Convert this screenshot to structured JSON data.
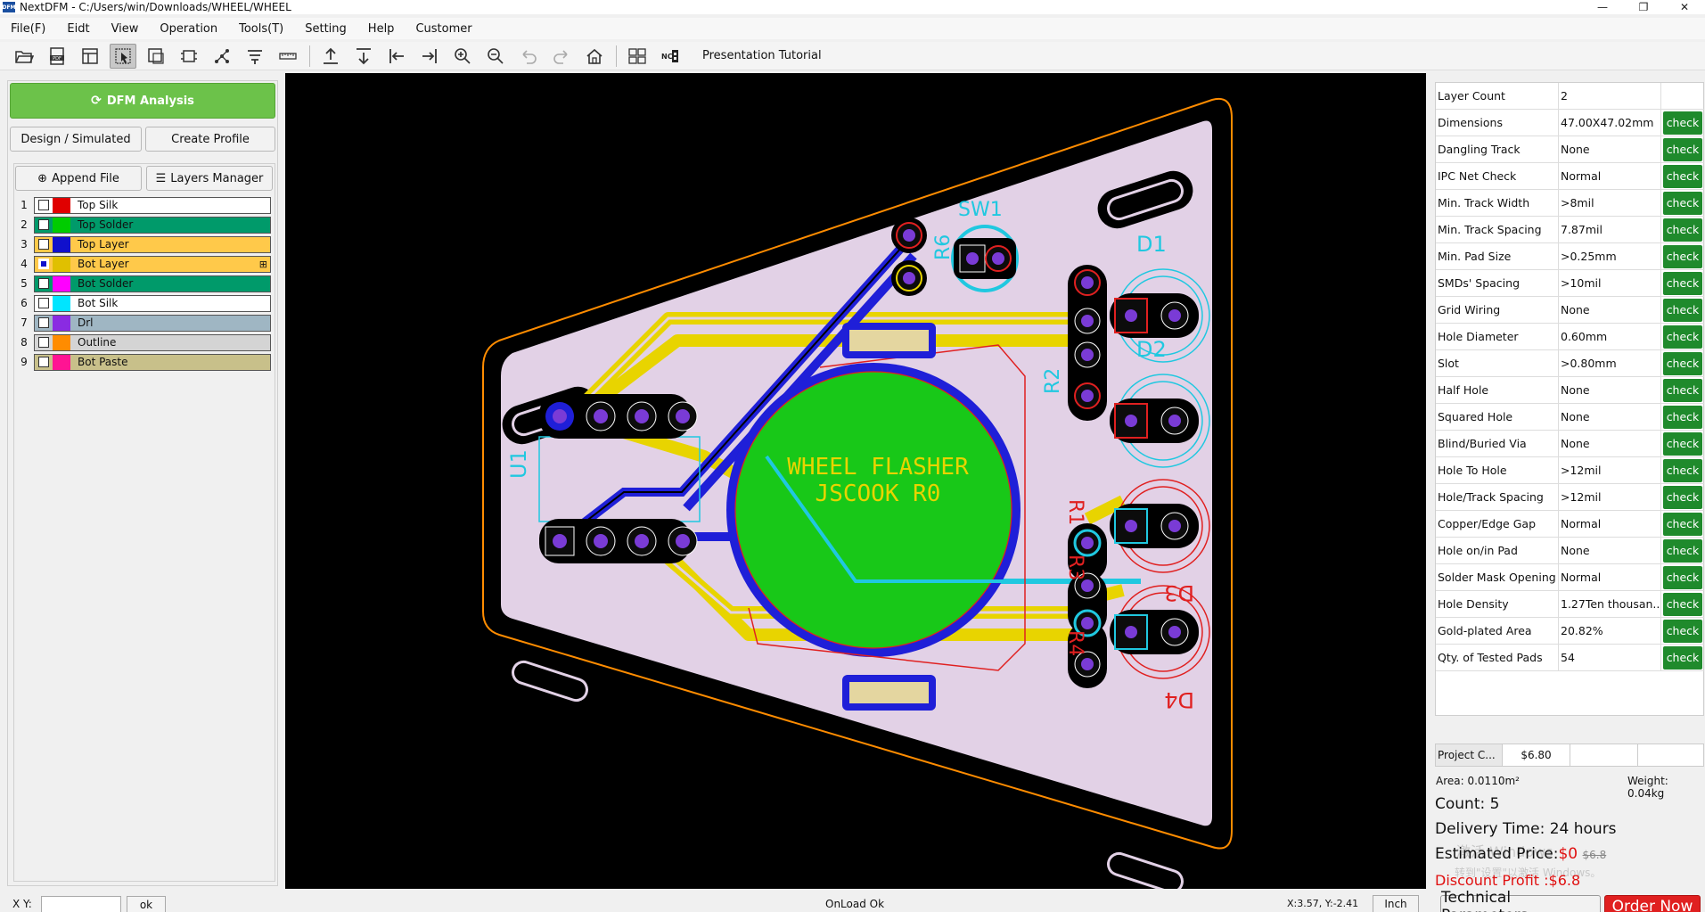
{
  "window": {
    "logo": "DFM",
    "title": "NextDFM - C:/Users/win/Downloads/WHEEL/WHEEL",
    "minimize": "—",
    "restore": "❐",
    "close": "✕"
  },
  "menu": [
    "File(F)",
    "Eidt",
    "View",
    "Operation",
    "Tools(T)",
    "Setting",
    "Help",
    "Customer"
  ],
  "toolbar": {
    "presentation_label": "Presentation Tutorial"
  },
  "left": {
    "dfm_label": "DFM Analysis",
    "design_label": "Design / Simulated",
    "create_profile_label": "Create Profile",
    "append_label": "Append File",
    "layers_manager_label": "Layers Manager",
    "layers": [
      {
        "num": "1",
        "name": "Top Silk",
        "color": "#e00000",
        "row_bg": "#ffffff"
      },
      {
        "num": "2",
        "name": "Top Solder",
        "color": "#00cc00",
        "row_bg": "#009a6a"
      },
      {
        "num": "3",
        "name": "Top Layer",
        "color": "#1010cc",
        "row_bg": "#ffc94a"
      },
      {
        "num": "4",
        "name": "Bot Layer",
        "color": "#e0c000",
        "row_bg": "#ffc94a",
        "extra": "⊞"
      },
      {
        "num": "5",
        "name": "Bot Solder",
        "color": "#ff00ff",
        "row_bg": "#009a6a"
      },
      {
        "num": "6",
        "name": "Bot Silk",
        "color": "#00e5ff",
        "row_bg": "#ffffff"
      },
      {
        "num": "7",
        "name": "Drl",
        "color": "#8a2be2",
        "row_bg": "#9fb6c3"
      },
      {
        "num": "8",
        "name": "Outline",
        "color": "#ff8c00",
        "row_bg": "#d4d4d4"
      },
      {
        "num": "9",
        "name": "Bot Paste",
        "color": "#ff1493",
        "row_bg": "#c8c08a"
      }
    ]
  },
  "pcb": {
    "title_line1": "WHEEL FLASHER",
    "title_line2": "JSCOOK R0",
    "labels": {
      "sw1": "SW1",
      "d1": "D1",
      "d2": "D2",
      "r2": "R2",
      "u1": "U1",
      "r6": "R6",
      "r1": "R1",
      "r3": "R3",
      "r4": "R4",
      "d3": "D3",
      "d4": "D4"
    },
    "colors": {
      "board": "#e2d1e6",
      "track": "#e8d400",
      "copper": "#1f1fd8",
      "pad_fill": "#0c0c0c",
      "drill": "#7a3bd6",
      "pour": "#18c818",
      "silk_top": "#e02020",
      "silk_bot": "#20c8e0",
      "outline": "#ff8c00"
    }
  },
  "params": [
    {
      "name": "Layer Count",
      "value": "2",
      "action": ""
    },
    {
      "name": "Dimensions",
      "value": "47.00X47.02mm",
      "action": "check"
    },
    {
      "name": "Dangling Track",
      "value": "None",
      "action": "check"
    },
    {
      "name": "IPC Net Check",
      "value": "Normal",
      "action": "check"
    },
    {
      "name": "Min. Track Width",
      "value": ">8mil",
      "action": "check"
    },
    {
      "name": "Min. Track Spacing",
      "value": "7.87mil",
      "action": "check"
    },
    {
      "name": "Min. Pad Size",
      "value": ">0.25mm",
      "action": "check"
    },
    {
      "name": "SMDs' Spacing",
      "value": ">10mil",
      "action": "check"
    },
    {
      "name": "Grid Wiring",
      "value": "None",
      "action": "check"
    },
    {
      "name": "Hole Diameter",
      "value": "0.60mm",
      "action": "check"
    },
    {
      "name": "Slot",
      "value": ">0.80mm",
      "action": "check"
    },
    {
      "name": "Half Hole",
      "value": "None",
      "action": "check"
    },
    {
      "name": "Squared Hole",
      "value": "None",
      "action": "check"
    },
    {
      "name": "Blind/Buried Via",
      "value": "None",
      "action": "check"
    },
    {
      "name": "Hole To Hole",
      "value": ">12mil",
      "action": "check"
    },
    {
      "name": "Hole/Track Spacing",
      "value": ">12mil",
      "action": "check"
    },
    {
      "name": "Copper/Edge Gap",
      "value": "Normal",
      "action": "check"
    },
    {
      "name": "Hole on/in Pad",
      "value": "None",
      "action": "check"
    },
    {
      "name": "Solder Mask Opening",
      "value": "Normal",
      "action": "check"
    },
    {
      "name": "Hole Density",
      "value": "1.27Ten thousan...",
      "action": "check"
    },
    {
      "name": "Gold-plated Area",
      "value": "20.82%",
      "action": "check"
    },
    {
      "name": "Qty. of Tested Pads",
      "value": "54",
      "action": "check"
    }
  ],
  "cost": {
    "project_label": "Project C...",
    "project_value": "$6.80",
    "area": "Area: 0.0110m²",
    "weight": "Weight: 0.04kg",
    "count": "Count: 5",
    "delivery": "Delivery Time: 24 hours",
    "estimated_label": "Estimated Price:",
    "estimated_value": "$0",
    "estimated_old": "$6.8",
    "discount": "Discount Profit :$6.8",
    "watermark1": "激活 Windows",
    "watermark2": "转到\"设置\"以激活 Windows。",
    "tech_label": "Technical Parameters",
    "order_label": "Order Now"
  },
  "status": {
    "xy_label": "X Y:",
    "ok_label": "ok",
    "message": "OnLoad Ok",
    "coords": "X:3.57, Y:-2.41",
    "unit": "Inch"
  }
}
